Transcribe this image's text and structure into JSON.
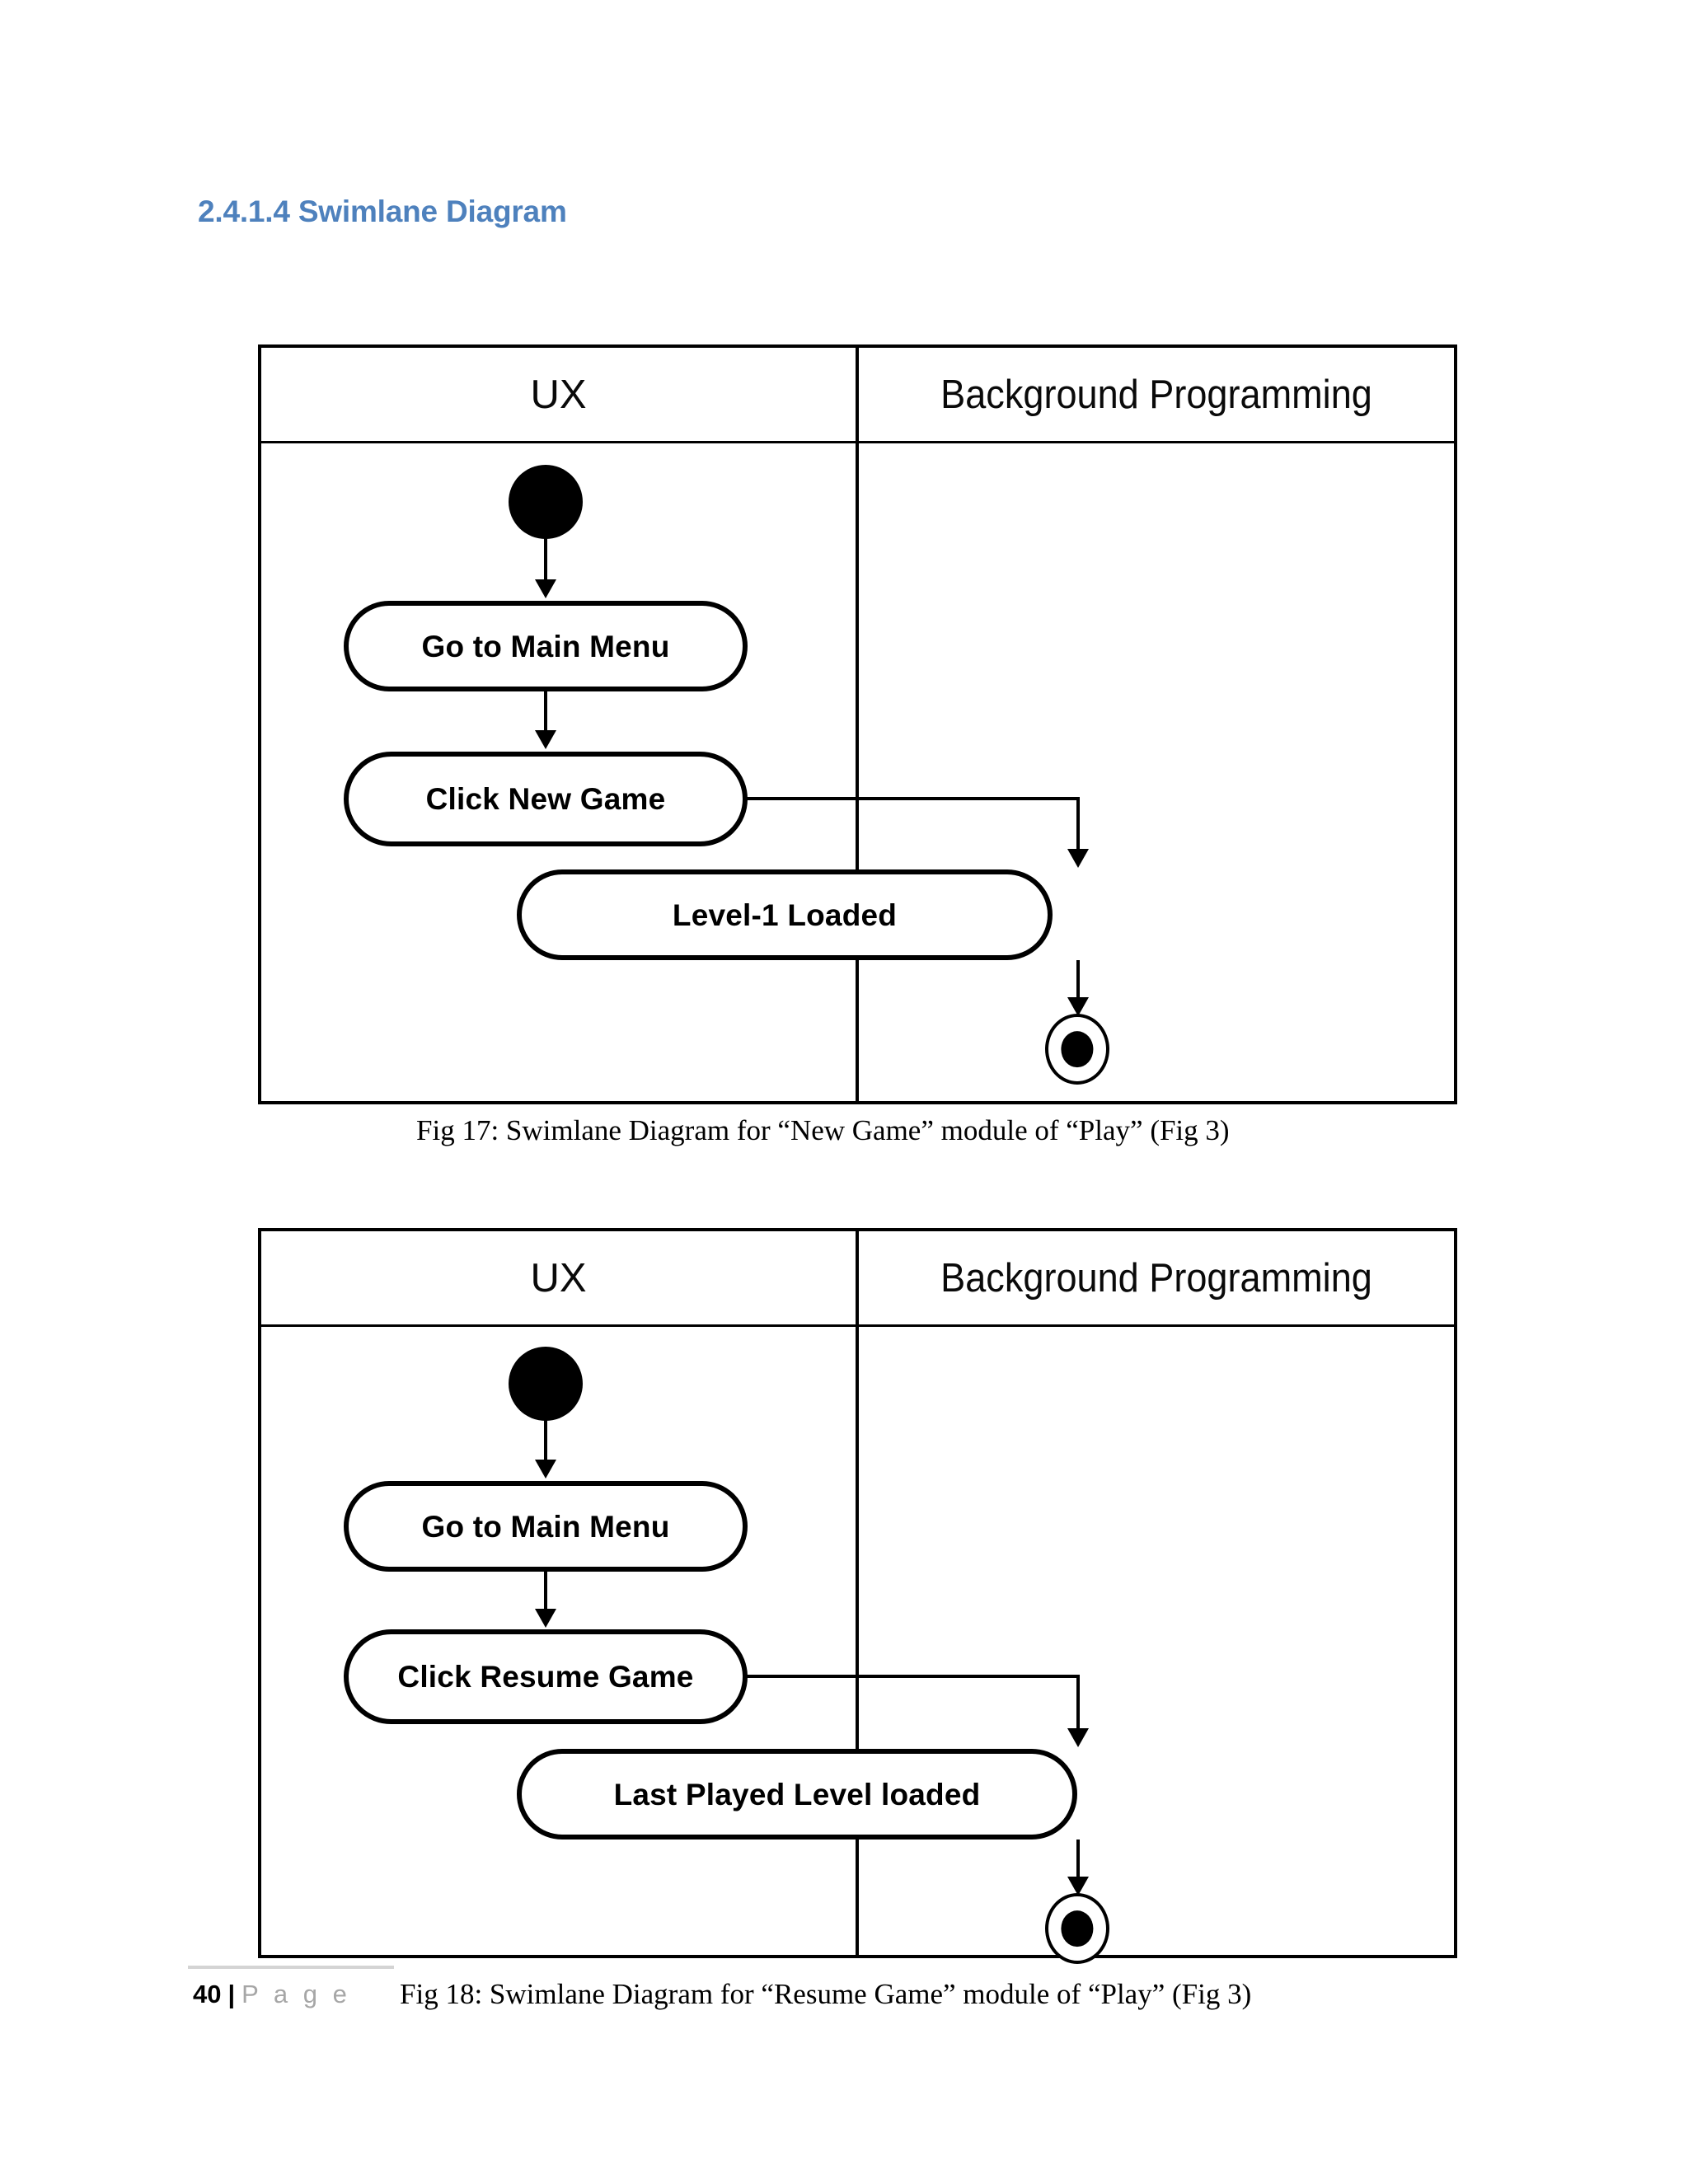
{
  "heading": {
    "number": "2.4.1.4",
    "text": "2.4.1.4 Swimlane Diagram",
    "color": "#4e81bd"
  },
  "diagrams": [
    {
      "id": "fig-17",
      "lanes": [
        {
          "name": "UX"
        },
        {
          "name": "Background Programming"
        }
      ],
      "nodes": [
        {
          "type": "start",
          "lane": "UX",
          "label": ""
        },
        {
          "type": "activity",
          "lane": "UX",
          "label": "Go to Main Menu"
        },
        {
          "type": "activity",
          "lane": "UX",
          "label": "Click New Game"
        },
        {
          "type": "activity",
          "lane": "Background Programming",
          "label": "Level-1 Loaded"
        },
        {
          "type": "end",
          "lane": "Background Programming",
          "label": ""
        }
      ],
      "edges": [
        {
          "from": "start",
          "to": "Go to Main Menu"
        },
        {
          "from": "Go to Main Menu",
          "to": "Click New Game"
        },
        {
          "from": "Click New Game",
          "to": "Level-1 Loaded"
        },
        {
          "from": "Level-1 Loaded",
          "to": "end"
        }
      ],
      "caption": "Fig 17: Swimlane  Diagram  for “New Game” module  of “Play”  (Fig 3)"
    },
    {
      "id": "fig-18",
      "lanes": [
        {
          "name": "UX"
        },
        {
          "name": "Background Programming"
        }
      ],
      "nodes": [
        {
          "type": "start",
          "lane": "UX",
          "label": ""
        },
        {
          "type": "activity",
          "lane": "UX",
          "label": "Go to Main Menu"
        },
        {
          "type": "activity",
          "lane": "UX",
          "label": "Click Resume Game"
        },
        {
          "type": "activity",
          "lane": "Background Programming",
          "label": "Last Played Level loaded"
        },
        {
          "type": "end",
          "lane": "Background Programming",
          "label": ""
        }
      ],
      "edges": [
        {
          "from": "start",
          "to": "Go to Main Menu"
        },
        {
          "from": "Go to Main Menu",
          "to": "Click Resume Game"
        },
        {
          "from": "Click Resume Game",
          "to": "Last Played Level loaded"
        },
        {
          "from": "Last Played Level loaded",
          "to": "end"
        }
      ],
      "caption": "Fig 18: Swimlane  Diagram  for “Resume  Game”  module  of “Play”  (Fig 3)"
    }
  ],
  "footer": {
    "page_number": "40",
    "separator": "|",
    "page_word": "P a g e"
  }
}
